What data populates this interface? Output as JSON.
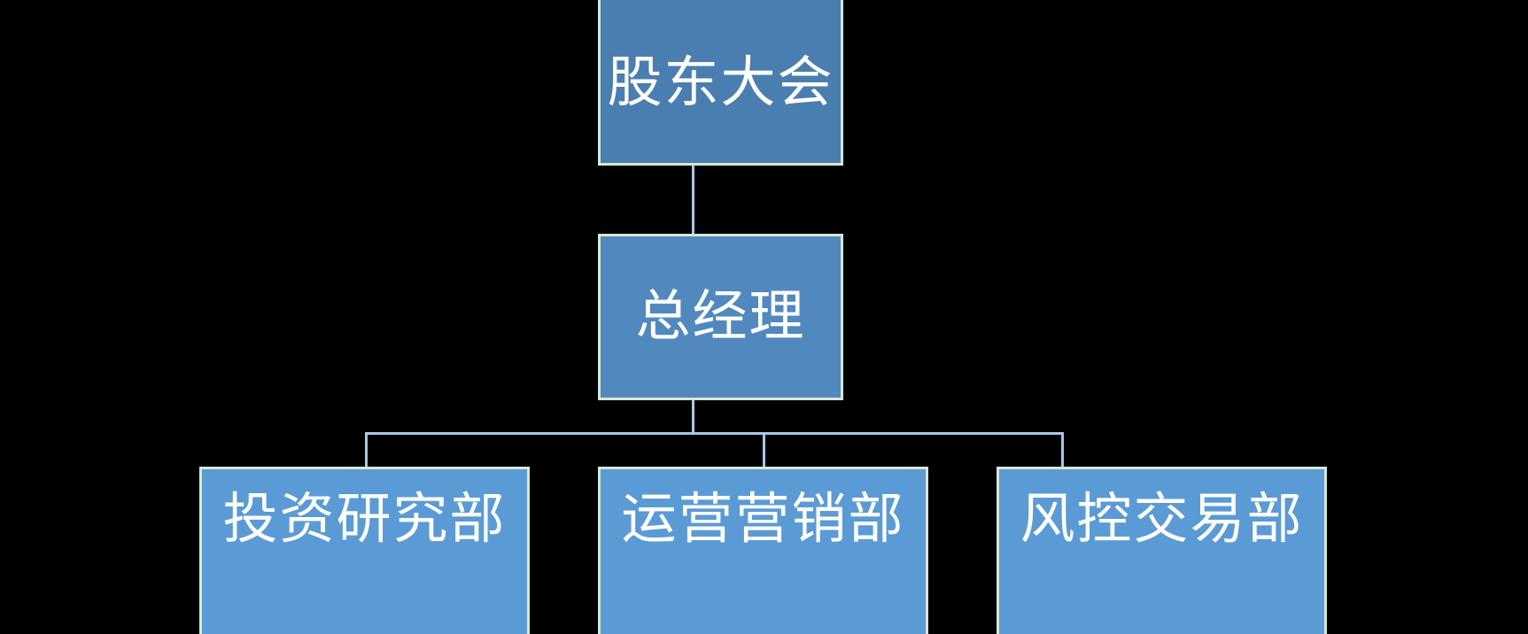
{
  "diagram": {
    "type": "org-chart",
    "title": "",
    "colors": {
      "background": "#000000",
      "level1_fill": "#4A7EB0",
      "level2_fill": "#5189BF",
      "level3_fill": "#5B9BD5",
      "box_border": "#D7E7D3",
      "connector": "#A9C7E8",
      "label_text": "#FFFFFF"
    },
    "levels": [
      {
        "level": 1,
        "nodes": [
          {
            "id": "shareholders",
            "label": "股东大会"
          }
        ]
      },
      {
        "level": 2,
        "nodes": [
          {
            "id": "general-manager",
            "label": "总经理"
          }
        ]
      },
      {
        "level": 3,
        "nodes": [
          {
            "id": "research",
            "label": "投资研究部"
          },
          {
            "id": "operations",
            "label": "运营营销部"
          },
          {
            "id": "risk",
            "label": "风控交易部"
          }
        ]
      }
    ],
    "edges": [
      {
        "from": "shareholders",
        "to": "general-manager"
      },
      {
        "from": "general-manager",
        "to": "research"
      },
      {
        "from": "general-manager",
        "to": "operations"
      },
      {
        "from": "general-manager",
        "to": "risk"
      }
    ]
  }
}
